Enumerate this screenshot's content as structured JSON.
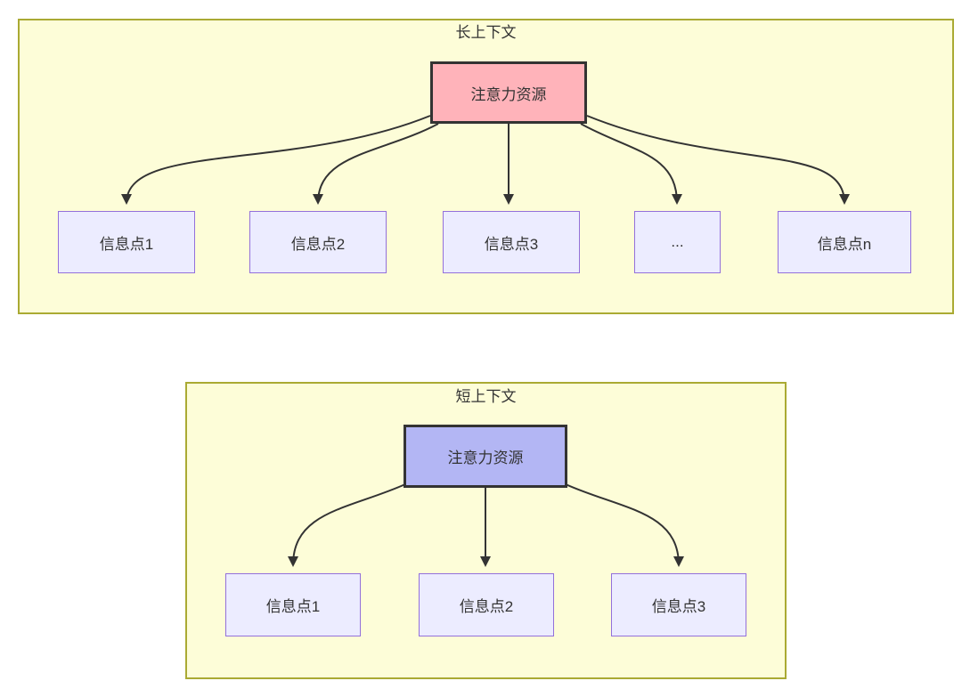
{
  "diagram": {
    "long_context": {
      "title": "长上下文",
      "attention_node": "注意力资源",
      "info_points": [
        "信息点1",
        "信息点2",
        "信息点3",
        "...",
        "信息点n"
      ]
    },
    "short_context": {
      "title": "短上下文",
      "attention_node": "注意力资源",
      "info_points": [
        "信息点1",
        "信息点2",
        "信息点3"
      ]
    }
  },
  "palette": {
    "page_background": "#ffffff",
    "container_fill": "#fdfdd8",
    "container_border": "#aaaa33",
    "info_node_fill": "#ececff",
    "info_node_border": "#9370db",
    "attention_long_fill": "#ffb3ba",
    "attention_short_fill": "#b3b6f4",
    "attention_node_border": "#333333",
    "arrow_color": "#333333",
    "text_color": "#333333"
  }
}
